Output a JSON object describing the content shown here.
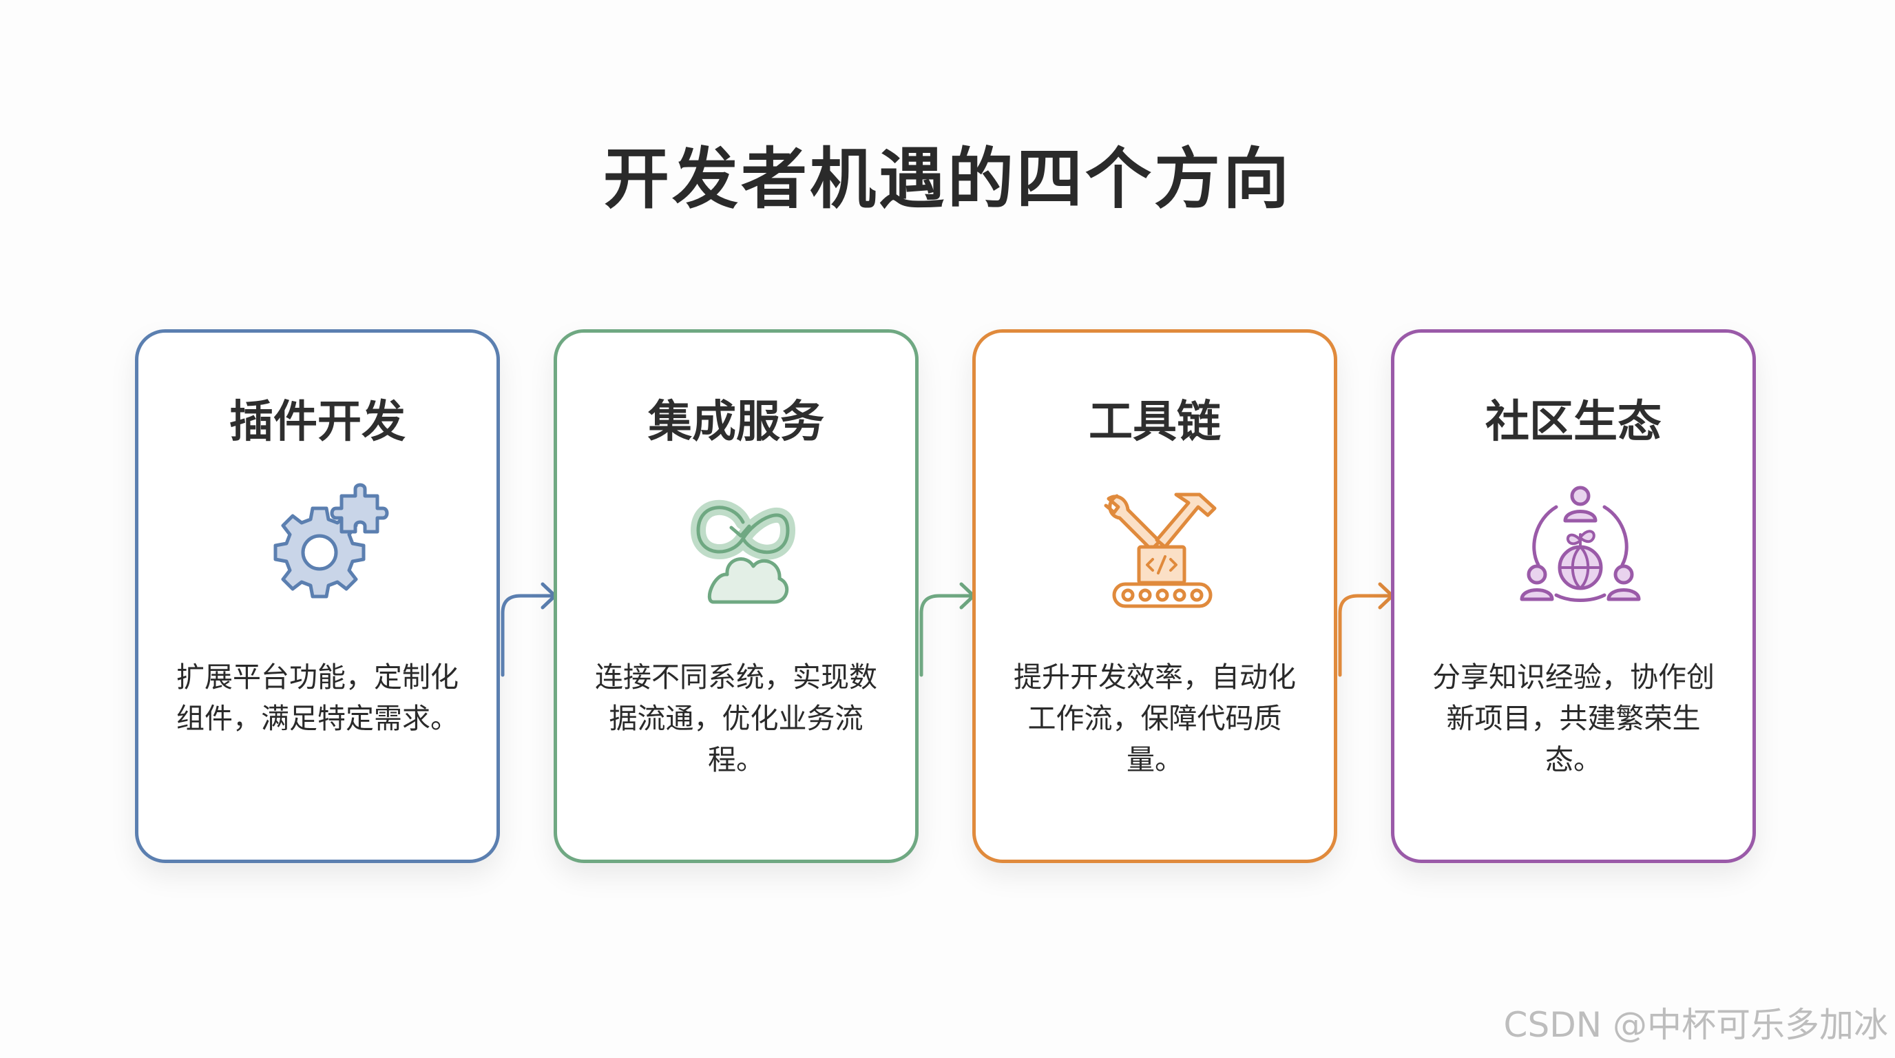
{
  "title": "开发者机遇的四个方向",
  "cards": [
    {
      "title": "插件开发",
      "description": "扩展平台功能，定制化组件，满足特定需求。",
      "color": "#5b7fb0",
      "icon": "gear-puzzle-icon"
    },
    {
      "title": "集成服务",
      "description": "连接不同系统，实现数据流通，优化业务流程。",
      "color": "#6fa882",
      "icon": "cloud-sync-icon"
    },
    {
      "title": "工具链",
      "description": "提升开发效率，自动化工作流，保障代码质量。",
      "color": "#e08a3c",
      "icon": "tools-conveyor-icon"
    },
    {
      "title": "社区生态",
      "description": "分享知识经验，协作创新项目，共建繁荣生态。",
      "color": "#9a5aa8",
      "icon": "community-globe-icon"
    }
  ],
  "watermark": "CSDN @中杯可乐多加冰"
}
